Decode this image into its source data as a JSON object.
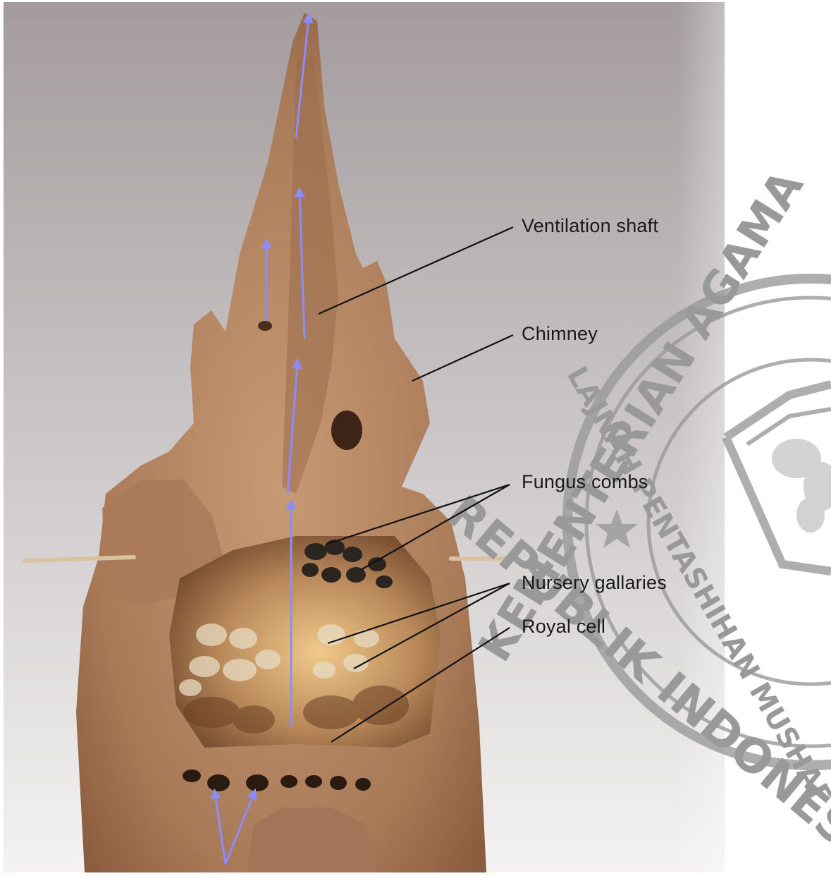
{
  "labels": {
    "ventilation_shaft": "Ventilation shaft",
    "chimney": "Chimney",
    "fungus_combs": "Fungus combs",
    "nursery_galleries": "Nursery gallaries",
    "royal_cell": "Royal cell"
  },
  "stamp": {
    "text_top": "KEMENTERIAN AGAMA",
    "text_inner": "LAJNAH PENTASHIHAN MUSHAF",
    "text_bottom": "REPUBLIK INDONESIA"
  },
  "colors": {
    "background_top": "#a8a0a2",
    "background_bottom": "#f2f0f0",
    "mound": "#b48563",
    "mound_dark": "#7d5134",
    "arrow": "#8c8cff",
    "leader_line": "#111111",
    "stamp": "#9a9a9a"
  },
  "icons": [
    "airflow-arrow-icon",
    "stamp-seal-icon",
    "star-icon"
  ]
}
